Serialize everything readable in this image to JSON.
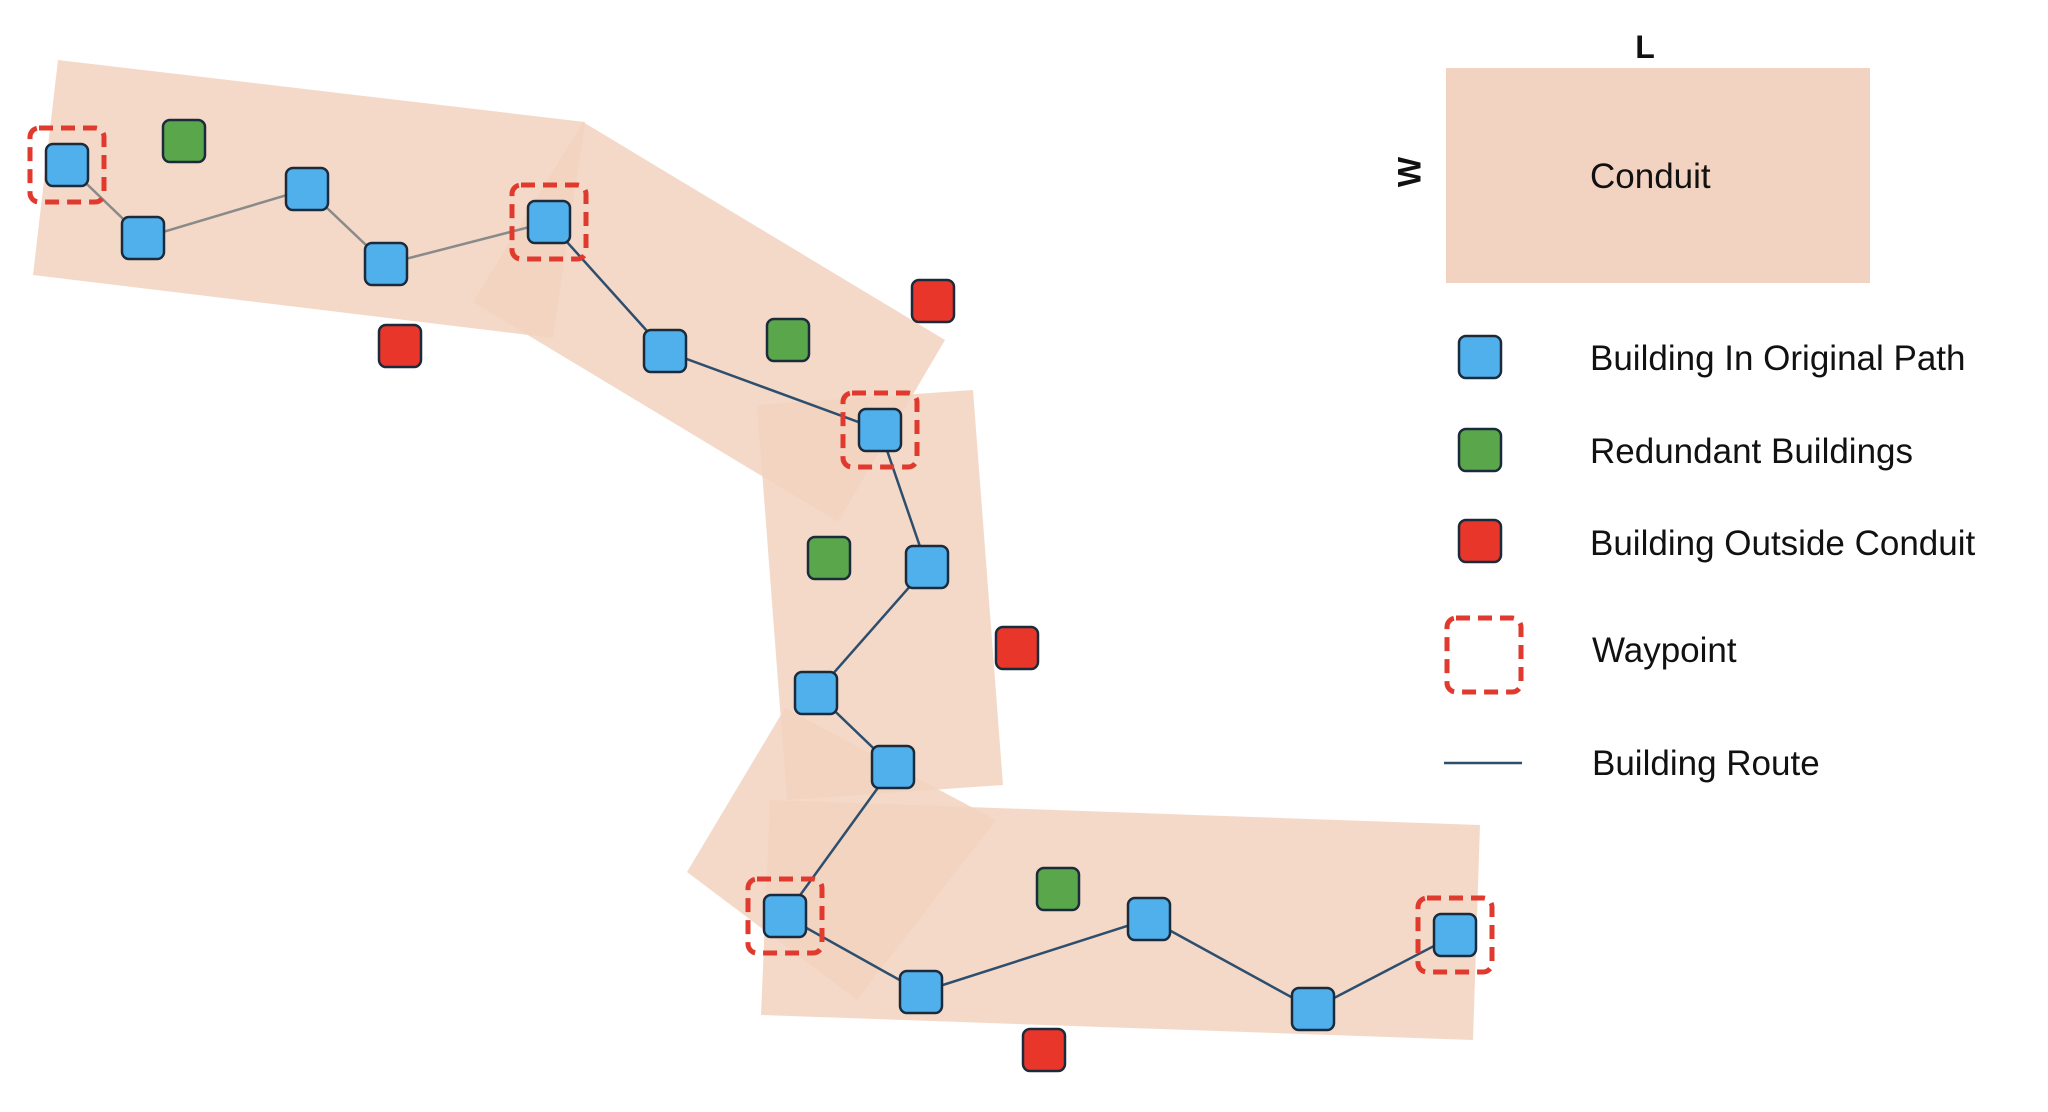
{
  "colors": {
    "conduit": "#f2d2c0",
    "building_original": "#4fb0ec",
    "building_redundant": "#5aa64a",
    "building_outside": "#e8362a",
    "waypoint": "#e03a2e",
    "route": "#2e4e6e",
    "route_light": "#8a8a8a",
    "node_border": "#1b2b3b"
  },
  "legend": {
    "length_label": "L",
    "width_label": "W",
    "conduit_label": "Conduit",
    "original_label": "Building In Original Path",
    "redundant_label": "Redundant Buildings",
    "outside_label": "Building Outside Conduit",
    "waypoint_label": "Waypoint",
    "route_label": "Building Route"
  },
  "icons": {
    "original": "blue-square-icon",
    "redundant": "green-square-icon",
    "outside": "red-square-icon",
    "waypoint": "dashed-red-square-icon",
    "route": "line-icon"
  }
}
